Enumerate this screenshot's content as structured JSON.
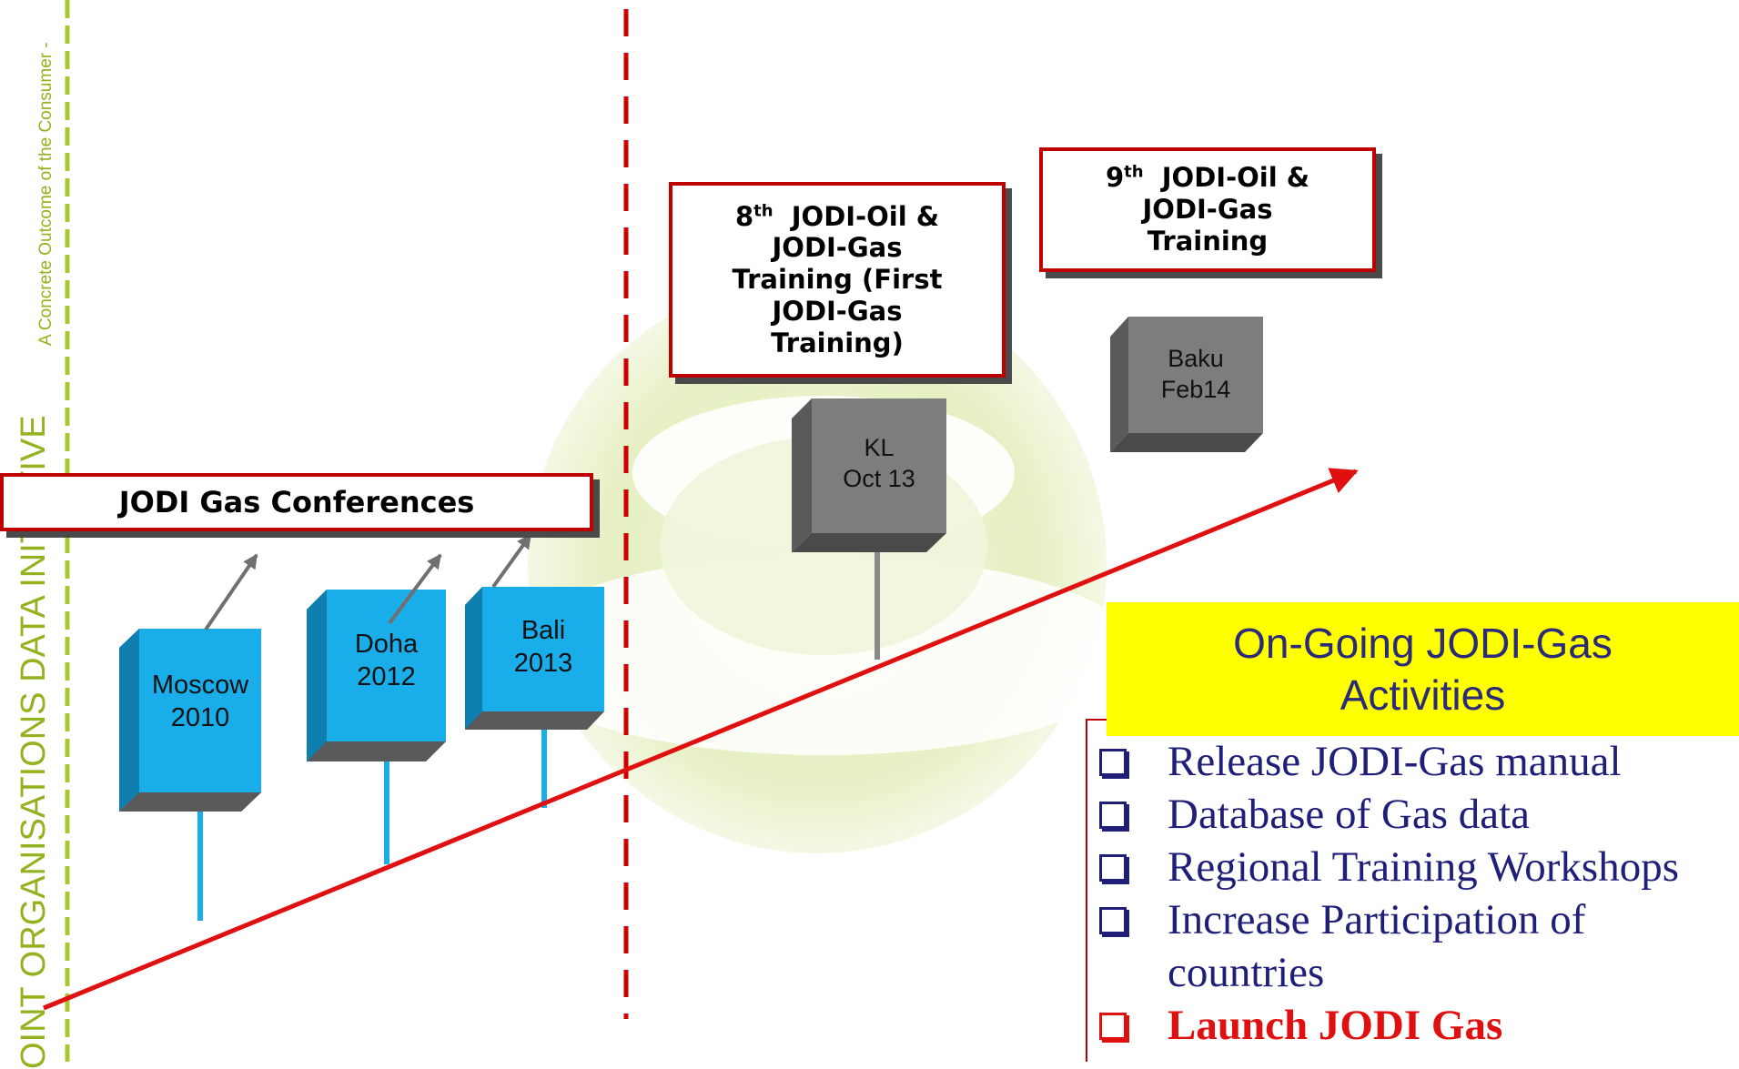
{
  "sidebar": {
    "tagline": "A Concrete Outcome of the Consumer -",
    "initiative": "OINT ORGANISATIONS DATA INITIATIVE"
  },
  "conferences": {
    "title": "JODI Gas Conferences",
    "events": [
      {
        "city": "Moscow",
        "year": "2010"
      },
      {
        "city": "Doha",
        "year": "2012"
      },
      {
        "city": "Bali",
        "year": "2013"
      }
    ]
  },
  "trainings": [
    {
      "ordinal": "8",
      "suffix": "th",
      "lines": [
        "JODI-Oil &",
        "JODI-Gas",
        "Training (First",
        "JODI-Gas",
        "Training)"
      ],
      "place": "KL",
      "date": "Oct 13"
    },
    {
      "ordinal": "9",
      "suffix": "th",
      "lines": [
        "JODI-Oil &",
        "JODI-Gas",
        "Training"
      ],
      "place": "Baku",
      "date": "Feb14"
    }
  ],
  "ongoing": {
    "title_line1": "On-Going JODI-Gas",
    "title_line2": "Activities",
    "items": [
      "Release JODI-Gas manual",
      "Database of Gas data",
      "Regional Training Workshops",
      "Increase Participation of countries",
      "Launch JODI Gas"
    ]
  },
  "colors": {
    "accent_red": "#e01010",
    "sidebar_green": "#93b21e",
    "cube_blue": "#19aeea",
    "cube_gray": "#7d7d7d",
    "callout_yellow": "#ffff00",
    "text_navy": "#1f1f7a"
  }
}
